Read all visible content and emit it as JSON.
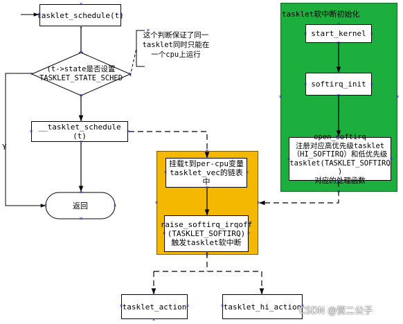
{
  "nodes": {
    "tasklet_schedule": "tasklet_schedule(t)",
    "state_check_line1": "(t->state是否设置",
    "state_check_line2": "TASKLET_STATE_SCHED",
    "inner_schedule": "__tasklet_schedule (t)",
    "return": "返回",
    "hang_line1": "挂载t到per-cpu变量",
    "hang_line2": "tasklet_vec的链表中",
    "raise_line1": "raise_softirq_irqoff",
    "raise_line2": "(TASKLET_SOFTIRQ)",
    "raise_line3": "触发tasklet软中断",
    "tasklet_action": "tasklet_action",
    "tasklet_hi_action": "tasklet_hi_action",
    "start_kernel": "start_kernel",
    "softirq_init": "softirq_init",
    "open_softirq_line1": "open_softirq",
    "open_softirq_line2": "注册对应高优先级tasklet",
    "open_softirq_line3": "（HI_SOFTIRQ）和低优先级",
    "open_softirq_line4": "tasklet(TASKLET_SOFTIRQ )",
    "open_softirq_line5": "对应的处理函数"
  },
  "group_title": "tasklet软中断初始化",
  "note_line1": "这个判断保证了同一",
  "note_line2": "tasklet同时只能在",
  "note_line3": "一个cpu上运行",
  "edge_label_yes": "Y",
  "watermark": "CSDN @贺二公子",
  "colors": {
    "init_group": "#1daf3e",
    "softirq_group": "#f5b800",
    "handle_marker": "#3030b0"
  }
}
